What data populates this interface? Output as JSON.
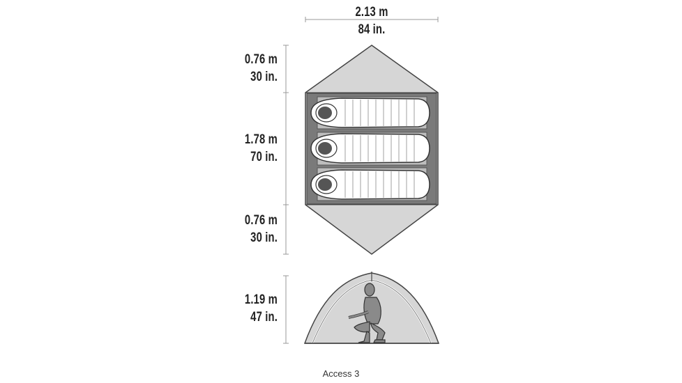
{
  "dimensions": {
    "width": {
      "metric": "2.13 m",
      "imperial": "84 in."
    },
    "vestibule_front": {
      "metric": "0.76 m",
      "imperial": "30 in."
    },
    "floor_length": {
      "metric": "1.78 m",
      "imperial": "70 in."
    },
    "vestibule_rear": {
      "metric": "0.76 m",
      "imperial": "30 in."
    },
    "height": {
      "metric": "1.19 m",
      "imperial": "47 in."
    }
  },
  "caption": "Access 3",
  "colors": {
    "fly": "#d6d6d6",
    "floor": "#7a7a7a",
    "outline": "#444444",
    "pad": "#bdbdbd",
    "dimension_line": "#999999"
  },
  "icons": [
    "sleeping-bag-icon",
    "person-crouching-icon",
    "tent-floorplan-icon",
    "tent-front-view-icon"
  ]
}
